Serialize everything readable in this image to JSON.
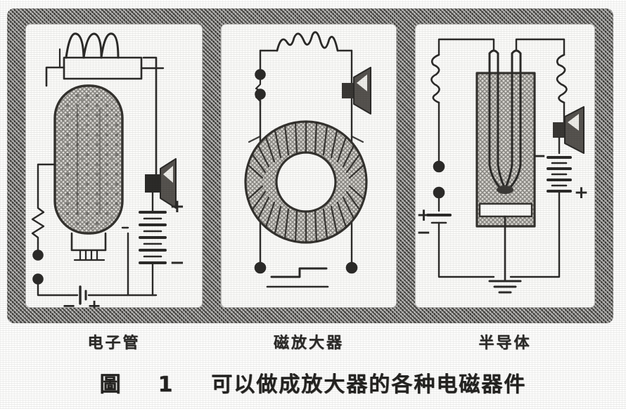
{
  "figure": {
    "caption_label": "圖",
    "caption_number": "1",
    "caption_text": "可以做成放大器的各种电磁器件",
    "caption_full": "圖 1 可以做成放大器的各种电磁器件"
  },
  "panels": [
    {
      "id": "electron-tube",
      "label": "电子管",
      "components": {
        "coil_top": "transformer-coil",
        "device": "vacuum-tube-envelope",
        "speaker": "horn-speaker",
        "resistor": "resistor-zigzag",
        "terminals": [
          "input-terminal-top",
          "input-terminal-bottom"
        ],
        "battery_right": {
          "symbol": "battery",
          "plus": "+",
          "minus": "−"
        },
        "battery_bottom": {
          "symbol": "battery",
          "plus": "+",
          "minus": "−"
        },
        "filament": "heater-filament"
      }
    },
    {
      "id": "magnetic-amplifier",
      "label": "磁放大器",
      "components": {
        "coil_top": "wave-coil",
        "device": "toroidal-core-winding",
        "speaker": "horn-speaker",
        "terminals": [
          "input-terminal-upper-left",
          "input-terminal-lower-left",
          "output-terminal-bottom-left",
          "output-terminal-bottom-right"
        ],
        "waveform": "step-waveform"
      }
    },
    {
      "id": "semiconductor",
      "label": "半导体",
      "components": {
        "coil_left": "input-coil",
        "coil_right": "output-coil",
        "device": "point-contact-transistor-block",
        "speaker": "horn-speaker",
        "terminals": [
          "input-terminal-top",
          "input-terminal-bottom"
        ],
        "battery_left": {
          "symbol": "battery",
          "plus": "+",
          "minus": "−"
        },
        "battery_right": {
          "symbol": "battery",
          "plus": "+",
          "minus": "−"
        },
        "ground": "ground-symbol"
      }
    }
  ],
  "colors": {
    "ink": "#2c2b29",
    "frame": "#5d5c58",
    "paper": "#fbfbf9",
    "hatch": "#6e6c67"
  }
}
